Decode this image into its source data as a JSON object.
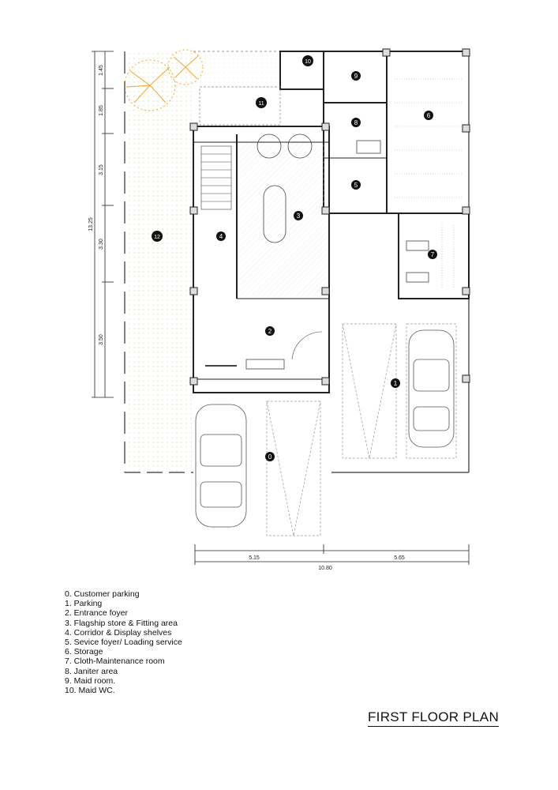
{
  "plan": {
    "title": "FIRST FLOOR PLAN",
    "rooms": [
      {
        "num": "0"
      },
      {
        "num": "1"
      },
      {
        "num": "2"
      },
      {
        "num": "3"
      },
      {
        "num": "4"
      },
      {
        "num": "5"
      },
      {
        "num": "6"
      },
      {
        "num": "7"
      },
      {
        "num": "8"
      },
      {
        "num": "9"
      },
      {
        "num": "10"
      },
      {
        "num": "11"
      },
      {
        "num": "12"
      }
    ],
    "dims_vertical": {
      "total": "13.25",
      "segments": [
        "1.45",
        "1.85",
        "3.15",
        "3.30",
        "3.50"
      ]
    },
    "dims_horizontal": {
      "total": "10.80",
      "segments": [
        "5.15",
        "5.65"
      ]
    }
  },
  "legend": [
    "0. Customer parking",
    "1. Parking",
    "2. Entrance foyer",
    "3. Flagship store & Fitting area",
    "4. Corridor & Display shelves",
    "5. Sevice foyer/ Loading service",
    "6. Storage",
    "7. Cloth-Maintenance room",
    "8. Janiter area",
    "9. Maid room.",
    "10. Maid WC."
  ],
  "colors": {
    "wall": "#222222",
    "tree": "#f5a623",
    "garden": "#c8e6a0"
  }
}
